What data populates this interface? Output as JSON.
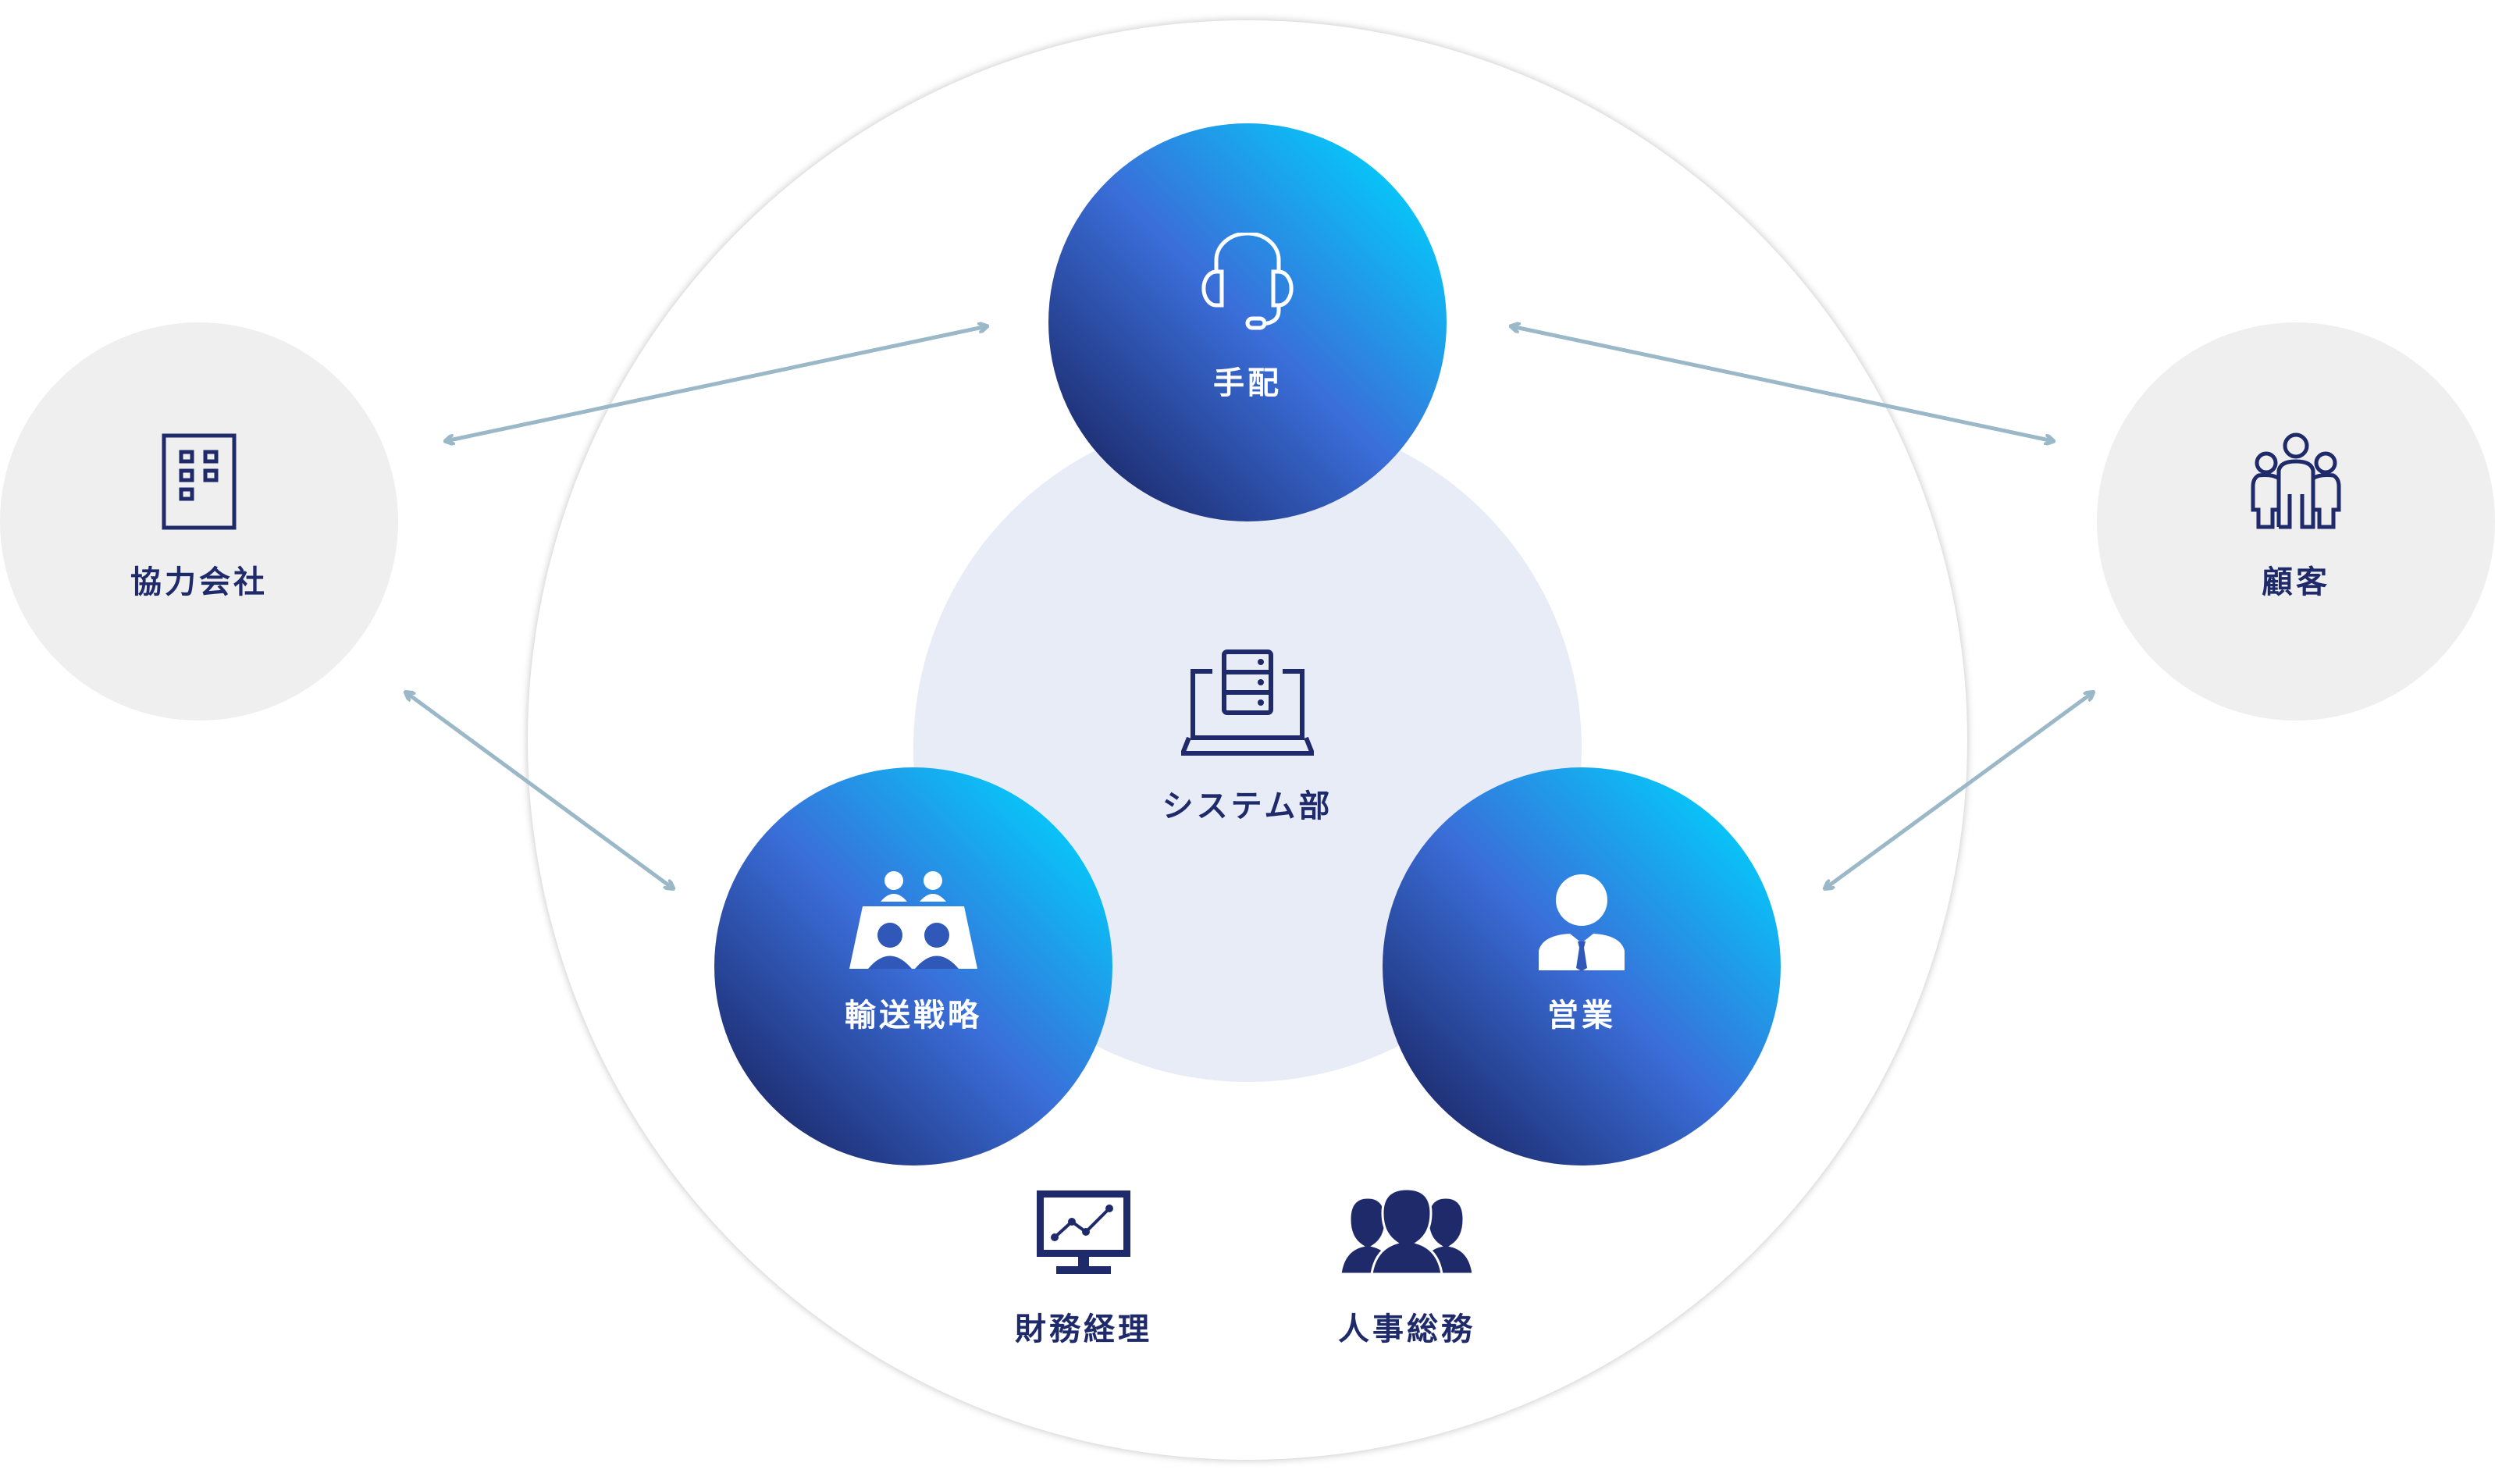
{
  "center": {
    "label": "システム部",
    "icon": "server-laptop-icon"
  },
  "nodes": {
    "arrangement": {
      "label": "手配",
      "icon": "headset-icon"
    },
    "transport": {
      "label": "輸送戦略",
      "icon": "meeting-table-icon"
    },
    "sales": {
      "label": "営業",
      "icon": "businessman-icon"
    }
  },
  "external": {
    "partners": {
      "label": "協力会社",
      "icon": "building-icon"
    },
    "customers": {
      "label": "顧客",
      "icon": "group-icon"
    }
  },
  "support": {
    "finance": {
      "label": "財務経理",
      "icon": "chart-monitor-icon"
    },
    "hr": {
      "label": "人事総務",
      "icon": "people-icon"
    }
  },
  "colors": {
    "navy": "#1f2a6a",
    "cyan": "#00d2fd",
    "arrow": "#9bb8c8",
    "core": "#e8ecf7",
    "side": "#efefef"
  }
}
